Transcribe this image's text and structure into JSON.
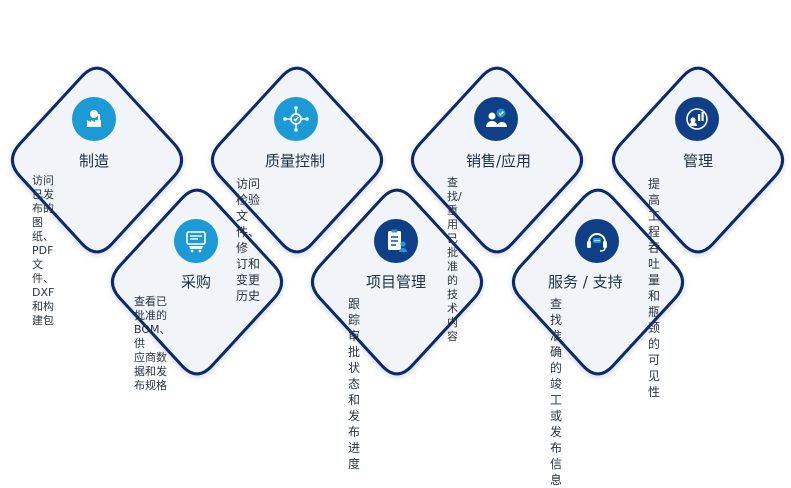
{
  "colors": {
    "card_border": "#0b2a6b",
    "card_fill": "#f1f5f9",
    "icon_light": "#1b9ad6",
    "icon_dark": "#0f3f86"
  },
  "cards": [
    {
      "id": "manufacturing",
      "title": "制造",
      "desc": [
        "访问已发布的图纸、",
        "PDF文件、DXF和构",
        "建包"
      ],
      "icon": "factory-worker-icon"
    },
    {
      "id": "quality",
      "title": "质量控制",
      "desc": [
        "访问检验文件、修",
        "订和变更历史"
      ],
      "icon": "network-shield-icon"
    },
    {
      "id": "sales",
      "title": "销售/应用",
      "desc": [
        "查找/重用已批准的",
        "技术内容"
      ],
      "icon": "user-group-check-icon"
    },
    {
      "id": "management",
      "title": "管理",
      "desc": [
        "提高工程吞吐量",
        "和瓶颈的可见性"
      ],
      "icon": "chart-person-icon"
    },
    {
      "id": "purchasing",
      "title": "采购",
      "desc": [
        "查看已批准的BOM、供",
        "应商数据和发布规格"
      ],
      "icon": "shopping-cart-icon"
    },
    {
      "id": "project",
      "title": "项目管理",
      "desc": [
        "跟踪审批状态",
        "和发布进度"
      ],
      "icon": "checklist-person-icon"
    },
    {
      "id": "service",
      "title": "服务 / 支持",
      "desc": [
        "查找准确的竣工",
        "或发布信息"
      ],
      "icon": "headset-icon"
    }
  ]
}
